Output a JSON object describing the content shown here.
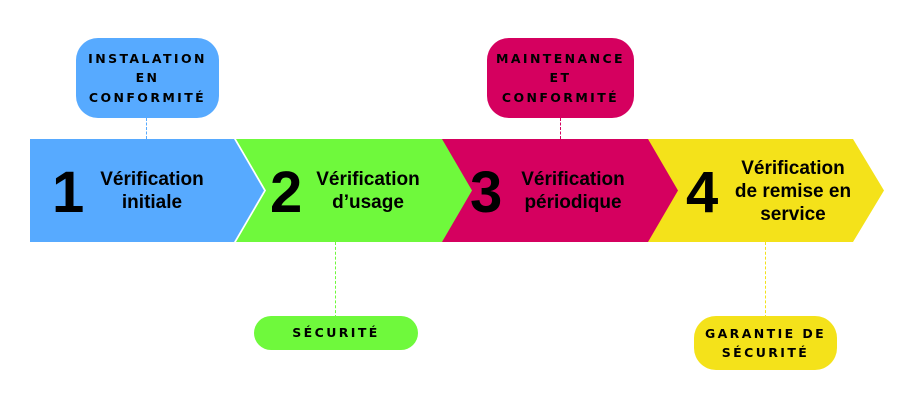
{
  "colors": {
    "blue": "#57aaff",
    "green": "#6ff93c",
    "magenta": "#d5005f",
    "yellow": "#f4e21a"
  },
  "steps": [
    {
      "number": "1",
      "label_lines": [
        "Vérification",
        "initiale"
      ],
      "color": "#57aaff"
    },
    {
      "number": "2",
      "label_lines": [
        "Vérification",
        "d’usage"
      ],
      "color": "#6ff93c"
    },
    {
      "number": "3",
      "label_lines": [
        "Vérification",
        "périodique"
      ],
      "color": "#d5005f"
    },
    {
      "number": "4",
      "label_lines": [
        "Vérification",
        "de remise en",
        "service"
      ],
      "color": "#f4e21a"
    }
  ],
  "callouts": {
    "installation": {
      "lines": [
        "INSTALATION",
        "EN",
        "CONFORMITÉ"
      ],
      "color": "#57aaff"
    },
    "maintenance": {
      "lines": [
        "MAINTENANCE",
        "ET",
        "CONFORMITÉ"
      ],
      "color": "#d5005f"
    },
    "securite": {
      "lines": [
        "SÉCURITÉ"
      ],
      "color": "#6ff93c"
    },
    "garantie": {
      "lines": [
        "GARANTIE DE",
        "SÉCURITÉ"
      ],
      "color": "#f4e21a"
    }
  }
}
